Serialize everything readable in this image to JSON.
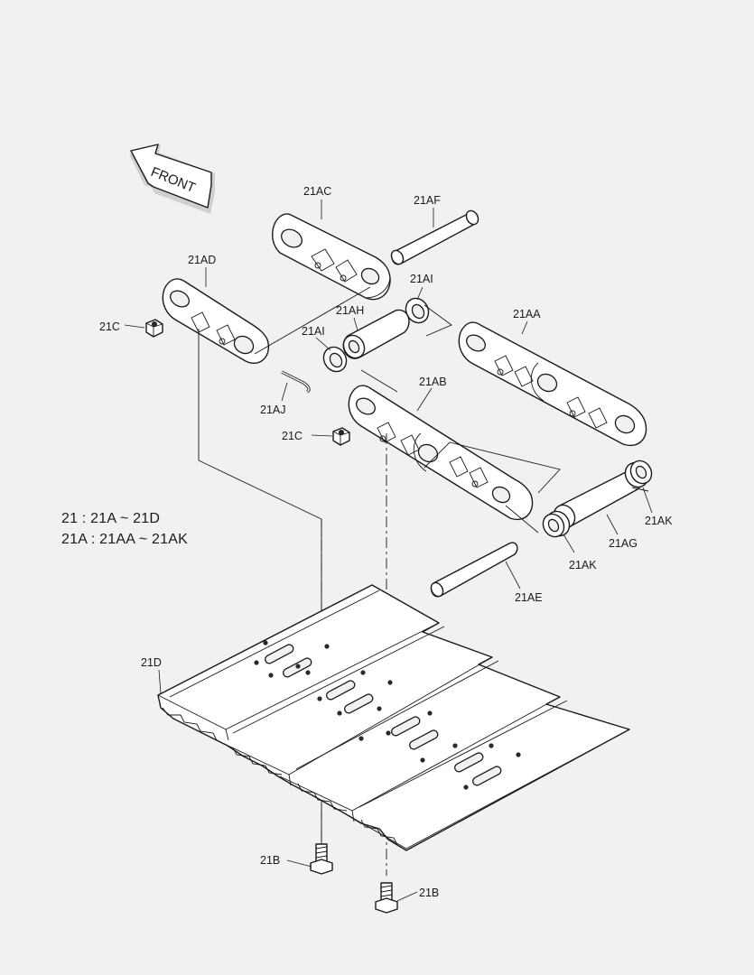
{
  "arrow": {
    "label": "FRONT"
  },
  "callouts": {
    "c21AC": "21AC",
    "c21AF": "21AF",
    "c21AD": "21AD",
    "c21AI_top": "21AI",
    "c21AH": "21AH",
    "c21AI_left": "21AI",
    "c21AA": "21AA",
    "c21C_top": "21C",
    "c21AJ": "21AJ",
    "c21AB": "21AB",
    "c21C_mid": "21C",
    "c21AK_right": "21AK",
    "c21AG": "21AG",
    "c21AK_left": "21AK",
    "c21AE": "21AE",
    "c21D": "21D",
    "c21B_left": "21B",
    "c21B_right": "21B"
  },
  "legend": {
    "line1": "21 : 21A ~ 21D",
    "line2": "21A : 21AA ~ 21AK"
  }
}
